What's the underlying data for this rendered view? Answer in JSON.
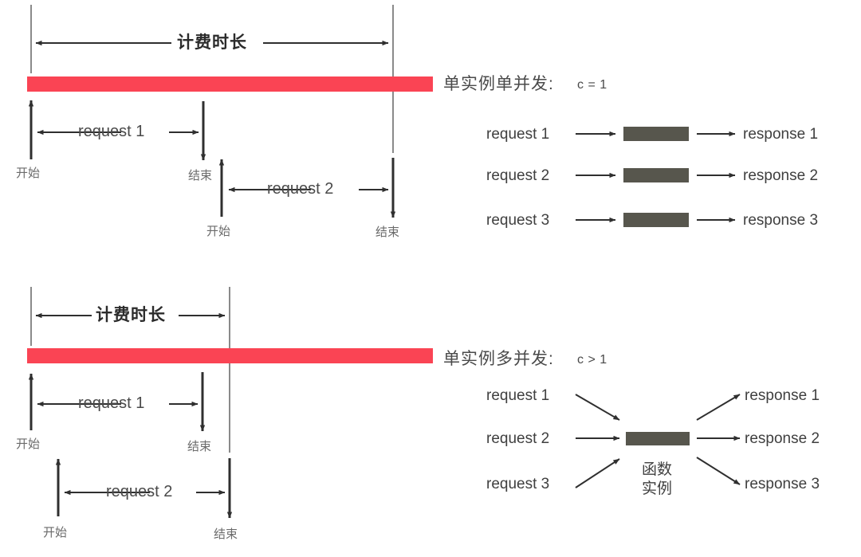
{
  "meta": {
    "colors": {
      "billing_bar": "#fa4454",
      "instance_box": "#57564d",
      "arrow": "#2f2f2f",
      "guide_line": "#8a8a8a",
      "text": "#4a4a4a"
    }
  },
  "sections": [
    {
      "id": "single-concurrency",
      "title_cn": "单实例单并发:",
      "title_formula": "c = 1",
      "billing_label": "计费时长",
      "timeline": {
        "requests": [
          {
            "label": "request 1",
            "start_label": "开始",
            "end_label": "结束"
          },
          {
            "label": "request 2",
            "start_label": "开始",
            "end_label": "结束"
          }
        ]
      },
      "flow": {
        "instance_label": "",
        "rows": [
          {
            "request": "request 1",
            "response": "response 1"
          },
          {
            "request": "request 2",
            "response": "response 2"
          },
          {
            "request": "request 3",
            "response": "response 3"
          }
        ]
      }
    },
    {
      "id": "multi-concurrency",
      "title_cn": "单实例多并发:",
      "title_formula": "c > 1",
      "billing_label": "计费时长",
      "timeline": {
        "requests": [
          {
            "label": "request 1",
            "start_label": "开始",
            "end_label": "结束"
          },
          {
            "label": "request 2",
            "start_label": "开始",
            "end_label": "结束"
          }
        ]
      },
      "flow": {
        "instance_label_line1": "函数",
        "instance_label_line2": "实例",
        "rows": [
          {
            "request": "request 1",
            "response": "response 1"
          },
          {
            "request": "request 2",
            "response": "response 2"
          },
          {
            "request": "request 3",
            "response": "response 3"
          }
        ]
      }
    }
  ]
}
